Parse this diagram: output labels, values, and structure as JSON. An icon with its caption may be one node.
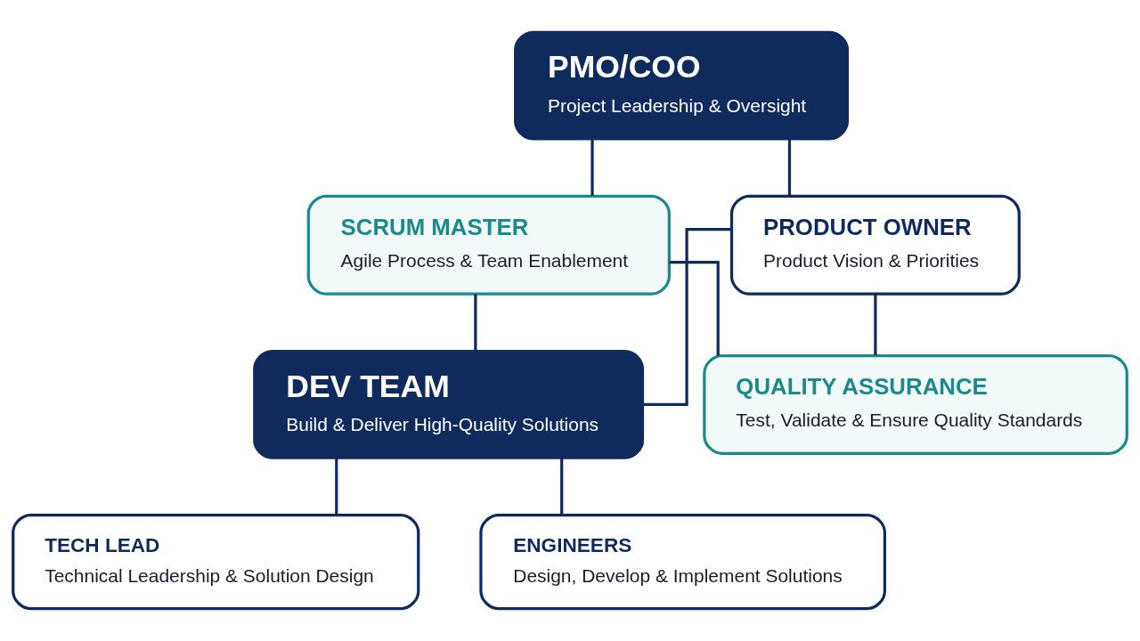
{
  "diagram": {
    "nodes": [
      {
        "text": [
          "PMO/COO",
          "Project Leadership & Oversight"
        ]
      },
      {
        "text": [
          "SCRUM MASTER",
          "Agile Process & Team Enablement"
        ]
      },
      {
        "text": [
          "PRODUCT OWNER",
          "Product Vision & Priorities"
        ]
      },
      {
        "text": [
          "DEV TEAM",
          "Build & Deliver High-Quality Solutions"
        ]
      },
      {
        "text": [
          "QUALITY ASSURANCE",
          "Test, Validate & Ensure Quality Standards"
        ]
      },
      {
        "text": [
          "TECH LEAD",
          "Technical Leadership & Solution Design"
        ]
      },
      {
        "text": [
          "ENGINEERS",
          "Design, Develop & Implement Solutions"
        ]
      }
    ],
    "edges": [
      {
        "from": 0,
        "to": 1,
        "arrow": "none"
      },
      {
        "from": 0,
        "to": 2,
        "arrow": "none"
      },
      {
        "from": 1,
        "to": 3,
        "arrow": "none"
      },
      {
        "from": 1,
        "to": 4,
        "arrow": "none"
      },
      {
        "from": 2,
        "to": 3,
        "arrow": "none"
      },
      {
        "from": 2,
        "to": 4,
        "arrow": "none"
      },
      {
        "from": 3,
        "to": 5,
        "arrow": "none"
      },
      {
        "from": 3,
        "to": 6,
        "arrow": "none"
      }
    ]
  }
}
